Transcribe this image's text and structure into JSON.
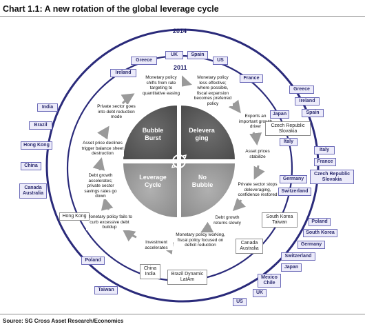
{
  "title": "Chart 1.1: A new rotation of the global leverage cycle",
  "source": "Source: SG Cross Asset Research/Economics",
  "years": {
    "outer": "2014",
    "inner": "2011"
  },
  "quadrants": {
    "bubble_burst": "Bubble Burst",
    "deleveraging": "Delevera ging",
    "leverage_cycle": "Leverage Cycle",
    "no_bubble": "No Bubble"
  },
  "steps": [
    "Monetary policy shifts from rate targeting to quantitative easing",
    "Monetary policy less effective; where possible, fiscal expansion becomes preferred policy",
    "Exports an important growth driver",
    "Asset prices stabilize",
    "Private sector stops deleveraging, confidence restored",
    "Debt growth returns slowly",
    "Monetary policy working, fiscal policy focused on deficit reduction",
    "Investment accelerates",
    "Monetary policy fails to curb excessive debt buildup",
    "Debt growth accelerates; private sector savings rates go down",
    "Asset price declines trigger balance sheet destruction",
    "Private sector goes into debt reduction mode"
  ],
  "outer_2014": {
    "uk": "UK",
    "spain": "Spain",
    "us": "US",
    "ireland": "Ireland",
    "greece": "Greece",
    "greece_r": "Greece",
    "ireland_r": "Ireland",
    "spain_r": "Spain",
    "italy": "Italy",
    "france": "France",
    "czech_slovakia": "Czech Republic Slovakia",
    "poland": "Poland",
    "south_korea": "South Korea",
    "germany": "Germany",
    "switzerland": "Switzerland",
    "japan": "Japan",
    "mexico_chile": "Mexico Chile",
    "uk_b": "UK",
    "us_b": "US",
    "taiwan": "Taiwan",
    "poland_l": "Poland",
    "india": "India",
    "brazil": "Brazil",
    "hong_kong": "Hong Kong",
    "china": "China",
    "canada_australia": "Canada Australia"
  },
  "inner_2011": {
    "france": "France",
    "japan": "Japan",
    "czech_slovakia": "Czech Republic Slovakia",
    "italy": "Italy",
    "germany": "Germany",
    "switzerland": "Switzerland",
    "south_korea_taiwan": "South Korea Taiwan",
    "canada_australia": "Canada Australia",
    "brazil_latam": "Brazil Dynamic LatAm",
    "china_india": "China India",
    "hong_kong": "Hong Kong"
  },
  "colors": {
    "box_fill": "#ecebfa",
    "box_border": "#6b6ab8",
    "quad_top": "#5f5f5f",
    "quad_bottom": "#9a9a9a"
  }
}
